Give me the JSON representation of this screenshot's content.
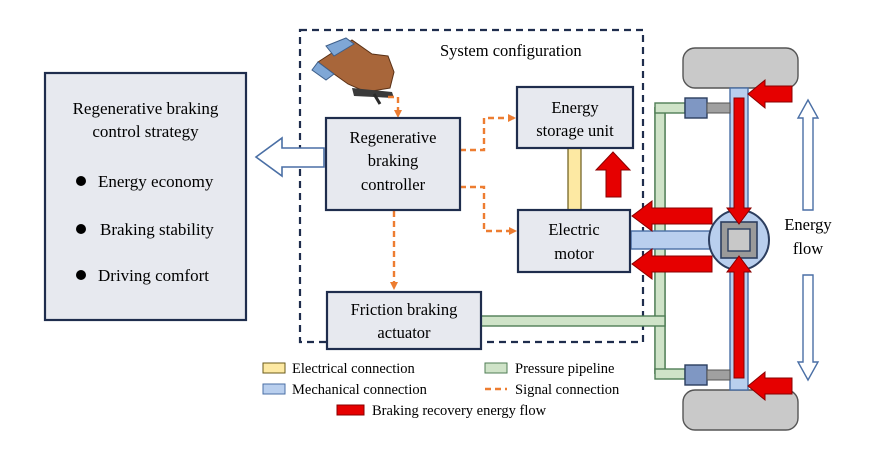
{
  "strategy": {
    "title_line1": "Regenerative braking",
    "title_line2": "control strategy",
    "items": [
      "Energy economy",
      "Braking stability",
      "Driving comfort"
    ]
  },
  "system": {
    "title": "System  configuration"
  },
  "controller": {
    "line1": "Regenerative",
    "line2": "braking",
    "line3": "controller"
  },
  "storage": {
    "line1": "Energy",
    "line2": "storage unit"
  },
  "motor": {
    "line1": "Electric",
    "line2": "motor"
  },
  "friction": {
    "line1": "Friction braking",
    "line2": "actuator"
  },
  "energy_flow": {
    "line1": "Energy",
    "line2": "flow"
  },
  "legend": {
    "electrical": "Electrical connection",
    "pressure": "Pressure pipeline",
    "mechanical": "Mechanical connection",
    "signal": "Signal connection",
    "recovery": "Braking recovery energy flow"
  },
  "colors": {
    "box_fill": "#e7e9ef",
    "box_stroke": "#1f2d4d",
    "electrical": "#fde9a3",
    "pressure": "#cfe3c8",
    "pressure_stroke": "#4f7d55",
    "mechanical": "#b9cfee",
    "mechanical_stroke": "#4a6fa5",
    "signal": "#ed7d31",
    "recovery": "#e60000",
    "dashed_border": "#1f2d4d"
  }
}
